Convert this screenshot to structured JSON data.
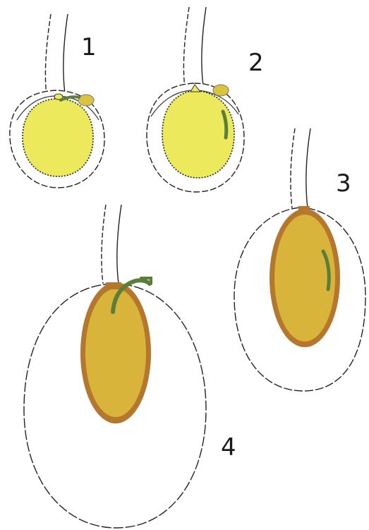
{
  "stages": [
    {
      "label": "1"
    },
    {
      "label": "2"
    },
    {
      "label": "3"
    },
    {
      "label": "4"
    }
  ],
  "colors": {
    "endosperm_early": "#ecea5c",
    "endosperm_late": "#d8b43a",
    "seed_coat": "#b5772e",
    "embryo": "#5b7f3a",
    "outline": "#222222",
    "background": "#ffffff"
  }
}
